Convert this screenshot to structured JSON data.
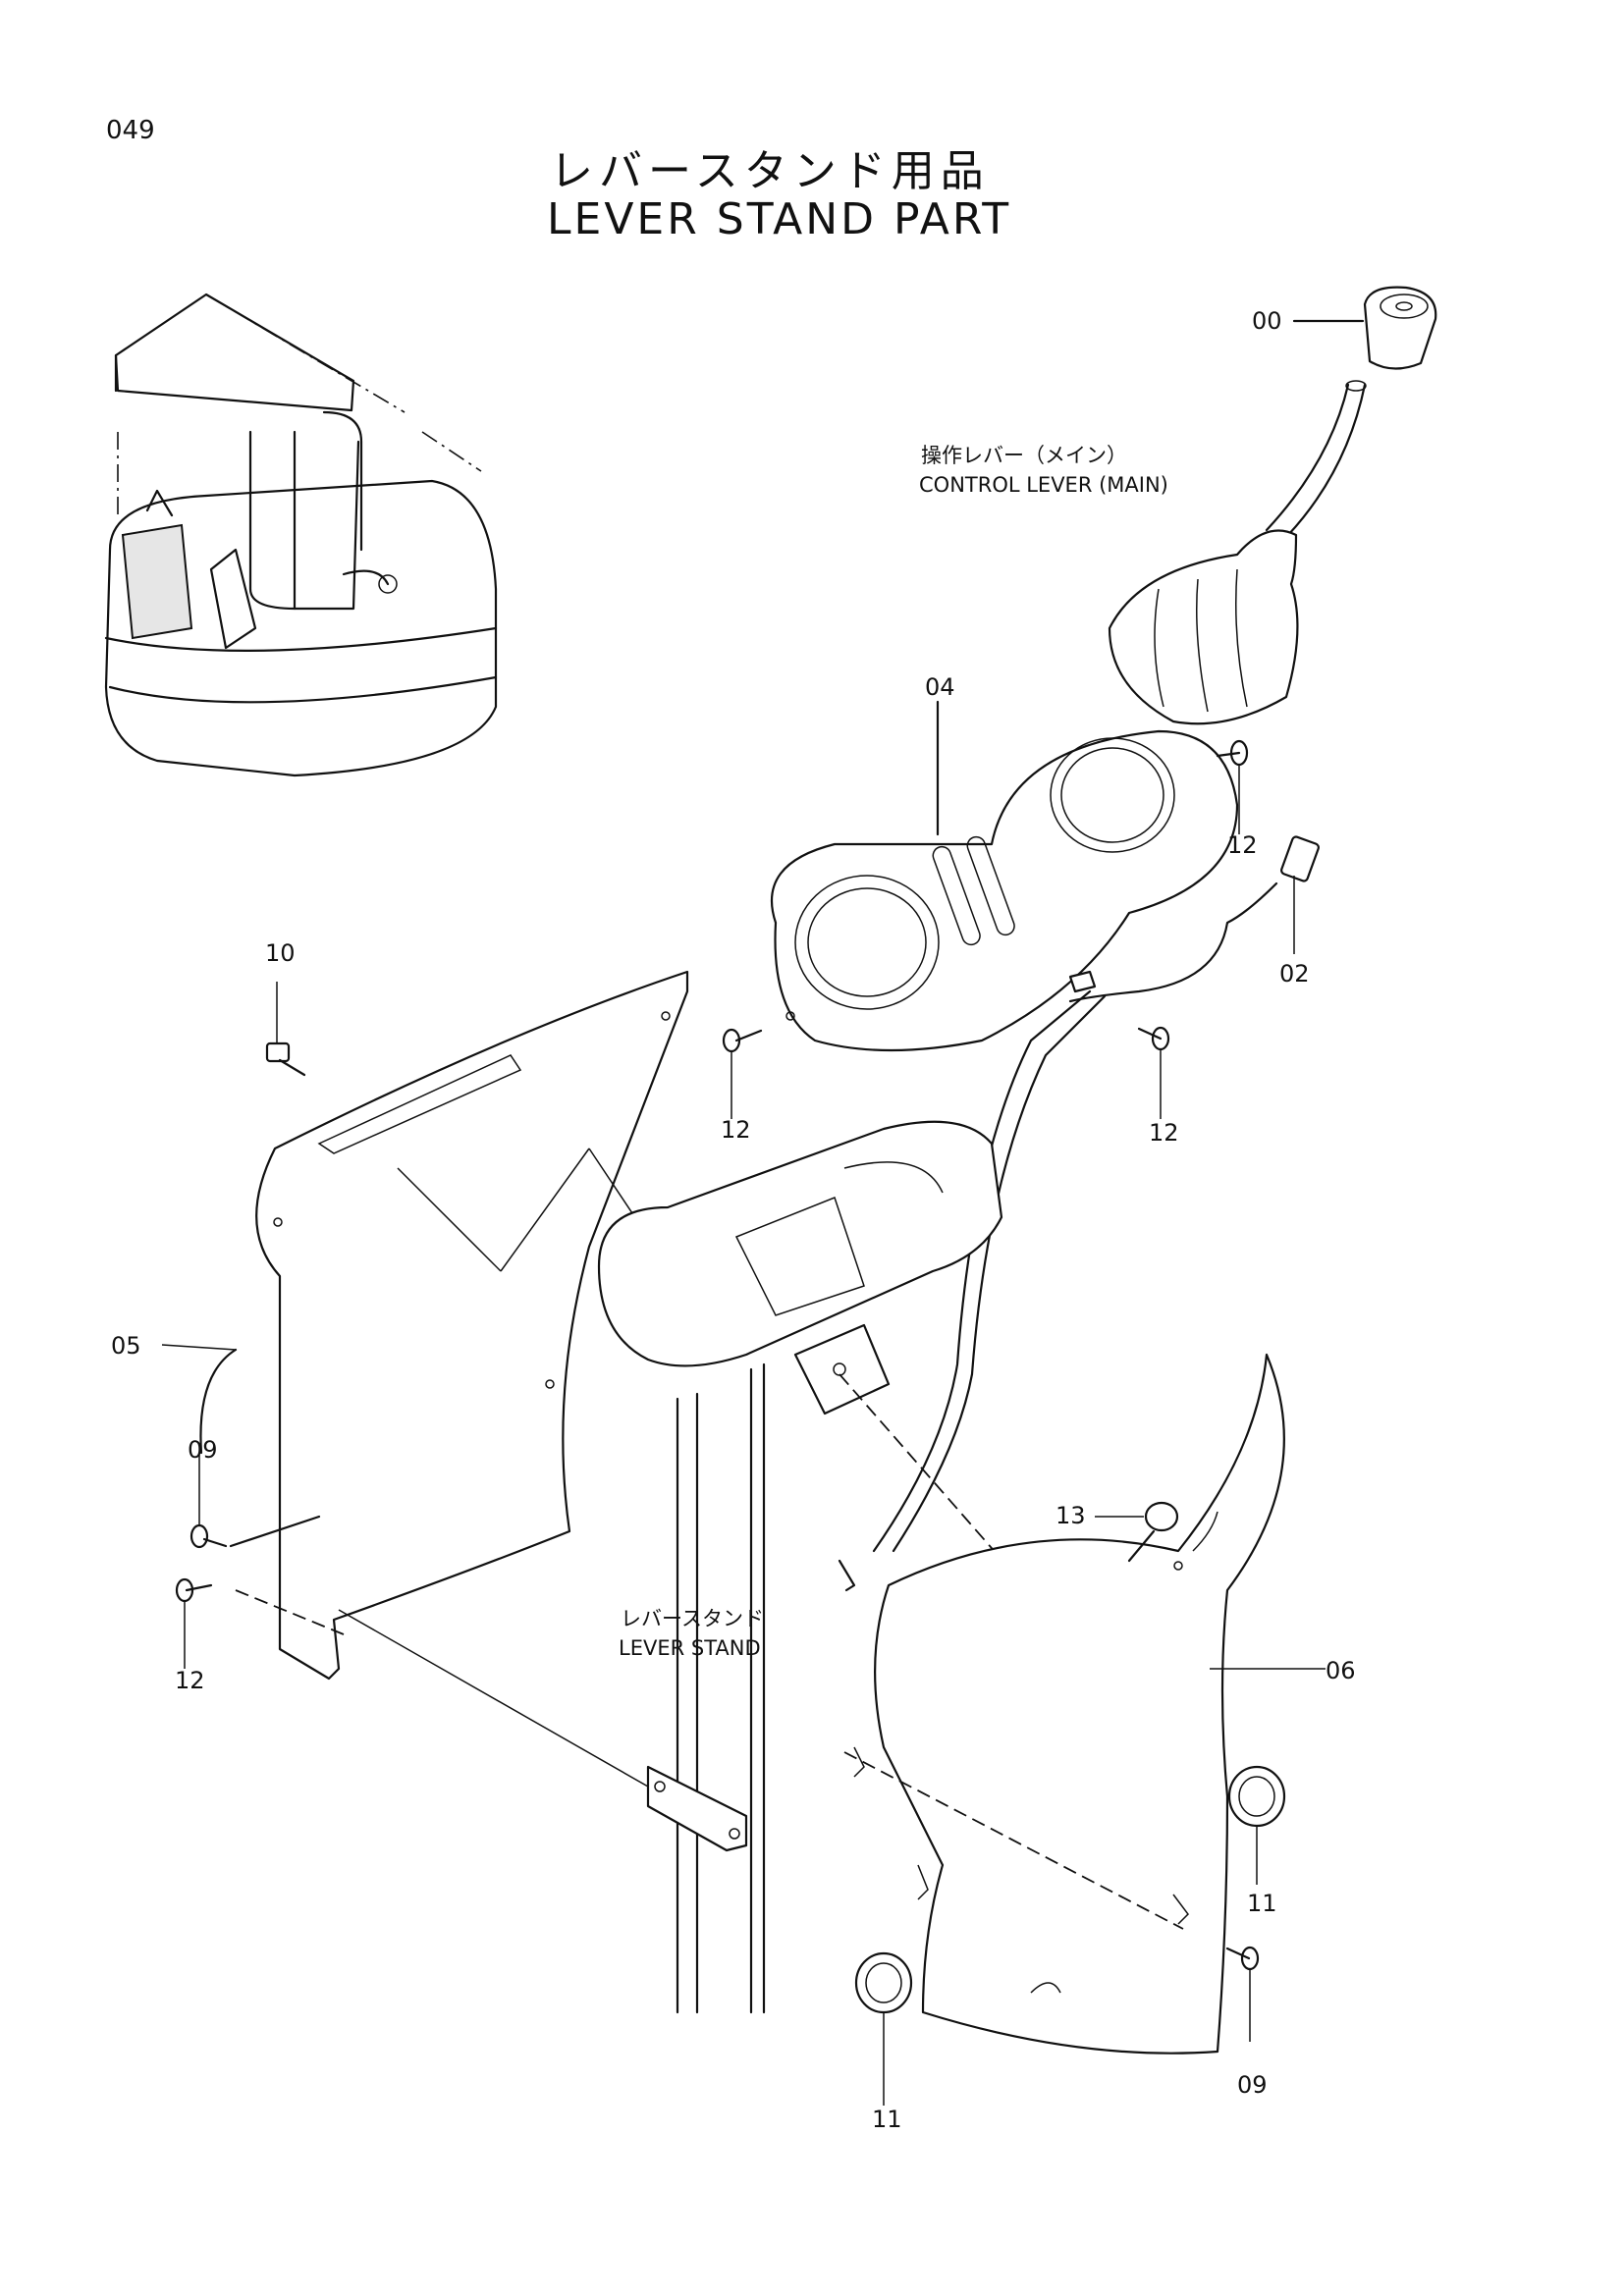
{
  "page": {
    "number": "049"
  },
  "title": {
    "ja": "レバースタンド用品",
    "en": "LEVER STAND PART"
  },
  "callouts": {
    "control_lever_ja": "操作レバー（メイン）",
    "control_lever_en": "CONTROL LEVER (MAIN)",
    "lever_stand_ja": "レバースタンド",
    "lever_stand_en": "LEVER STAND"
  },
  "part_numbers": {
    "knob": "00",
    "harness": "02",
    "cover_top": "04",
    "cover_left": "05",
    "cover_right": "06",
    "bolt_09_left": "09",
    "bolt_09_right": "09",
    "bolt_10": "10",
    "grommet_left": "11",
    "grommet_right": "11",
    "screw_12_a": "12",
    "screw_12_b": "12",
    "screw_12_c": "12",
    "screw_12_d": "12",
    "bolt_13": "13"
  }
}
